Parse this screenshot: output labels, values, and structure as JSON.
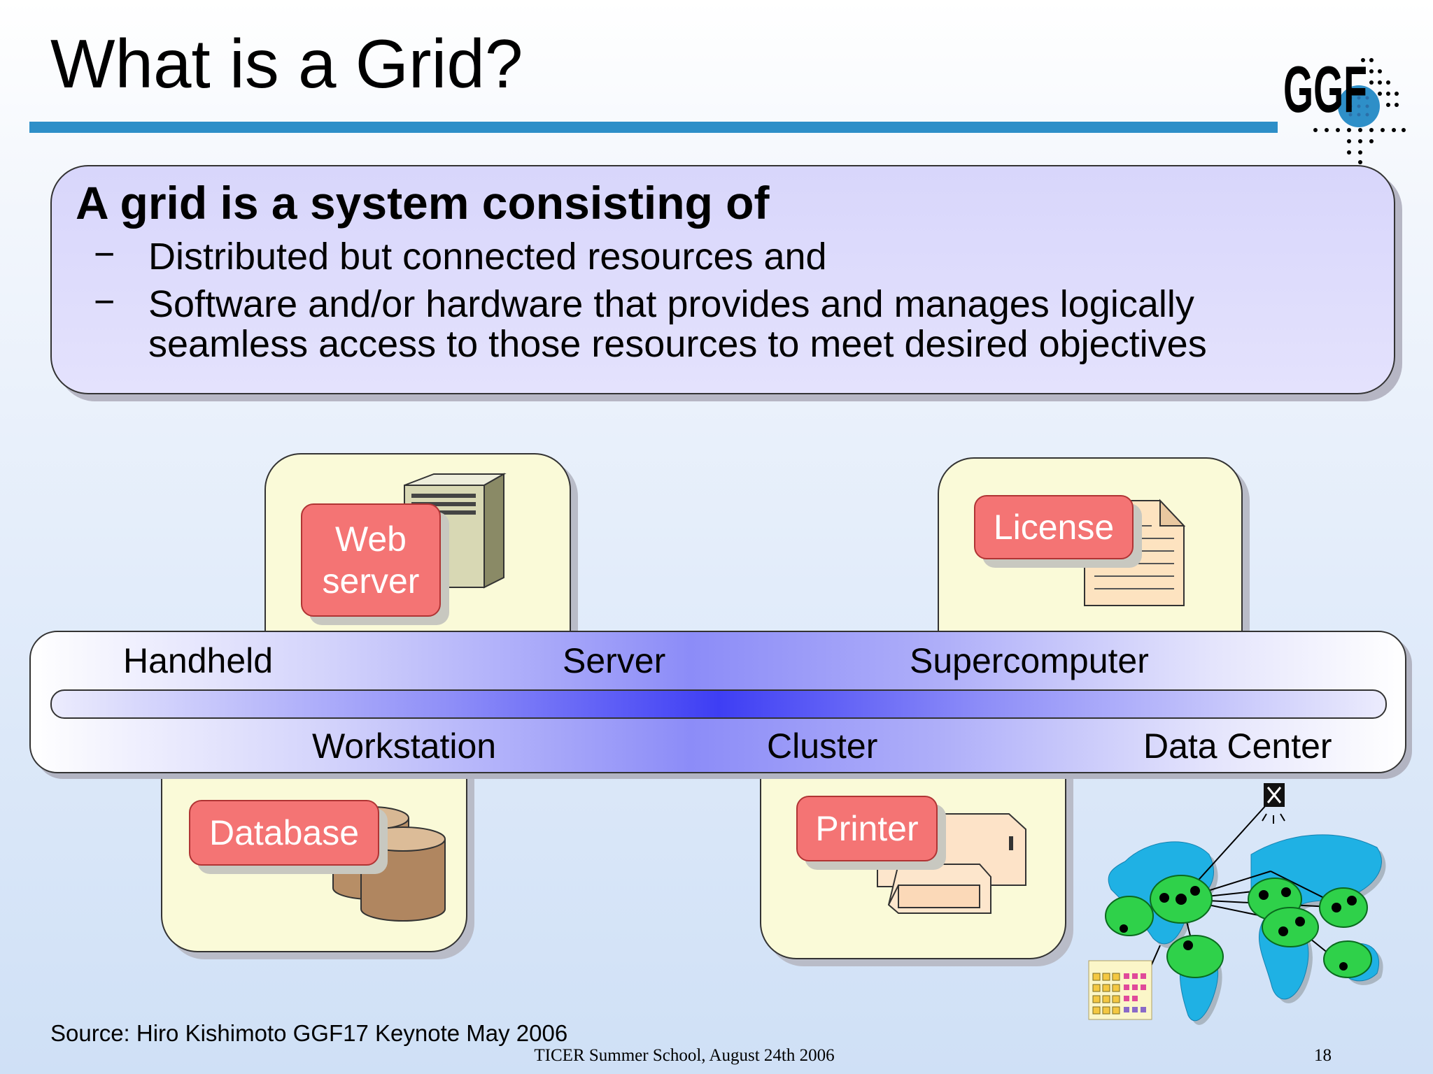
{
  "slide": {
    "title": "What is a Grid?",
    "logo_text": "GGF"
  },
  "definition": {
    "heading": "A grid is a system consisting of",
    "bullets": [
      {
        "dash": "−",
        "lines": [
          "Distributed but connected resources and"
        ]
      },
      {
        "dash": "−",
        "lines": [
          "Software and/or hardware that provides and manages logically",
          "seamless access to those resources to meet desired objectives"
        ]
      }
    ]
  },
  "resources": {
    "web_server": {
      "line1": "Web",
      "line2": "server",
      "icon": "server-tower-icon"
    },
    "license": {
      "label": "License",
      "icon": "document-icon"
    },
    "database": {
      "label": "Database",
      "icon": "database-cylinders-icon"
    },
    "printer": {
      "label": "Printer",
      "icon": "printer-icon"
    }
  },
  "spectrum": {
    "top": [
      "Handheld",
      "Server",
      "Supercomputer"
    ],
    "bottom": [
      "Workstation",
      "Cluster",
      "Data Center"
    ]
  },
  "world_map": {
    "icon": "world-network-map-icon"
  },
  "footer": {
    "source": "Source: Hiro Kishimoto GGF17 Keynote May 2006",
    "event": "TICER Summer School, August 24th 2006",
    "page": "18"
  },
  "colors": {
    "title_bar": "#2e8fc8",
    "definition_bg": "#dcdafc",
    "card_bg": "#fafad8",
    "tag_red": "#f47474",
    "band_center": "#3e3ef4"
  }
}
